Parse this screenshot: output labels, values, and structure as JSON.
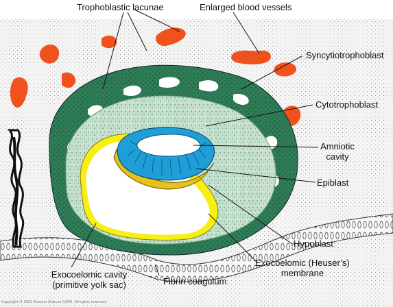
{
  "labels": {
    "trophoblastic_lacunae": "Trophoblastic lacunae",
    "enlarged_blood_vessels": "Enlarged blood vessels",
    "syncytiotrophoblast": "Syncytiotrophoblast",
    "cytotrophoblast": "Cytotrophoblast",
    "amniotic_cavity_line1": "Amniotic",
    "amniotic_cavity_line2": "cavity",
    "epiblast": "Epiblast",
    "hypoblast": "Hypoblast",
    "exocoelomic_membrane_line1": "Exocoelomic (Heuser’s)",
    "exocoelomic_membrane_line2": "membrane",
    "fibrin_coagulum": "Fibrin coagulum",
    "exocoelomic_cavity_line1": "Exocoelomic cavity",
    "exocoelomic_cavity_line2": "(primitive yolk sac)"
  },
  "copyright": "Copyright © 2003 Elsevier Science (USA). All rights reserved.",
  "colors": {
    "syncytiotrophoblast": "#2f7d57",
    "cytotrophoblast": "#cfe6d6",
    "blood_vessels": "#f0521e",
    "amnion": "#1e9fd8",
    "hypoblast": "#e6c21a",
    "heuser_membrane": "#f7ee14",
    "endometrium": "#f4f4f4"
  }
}
